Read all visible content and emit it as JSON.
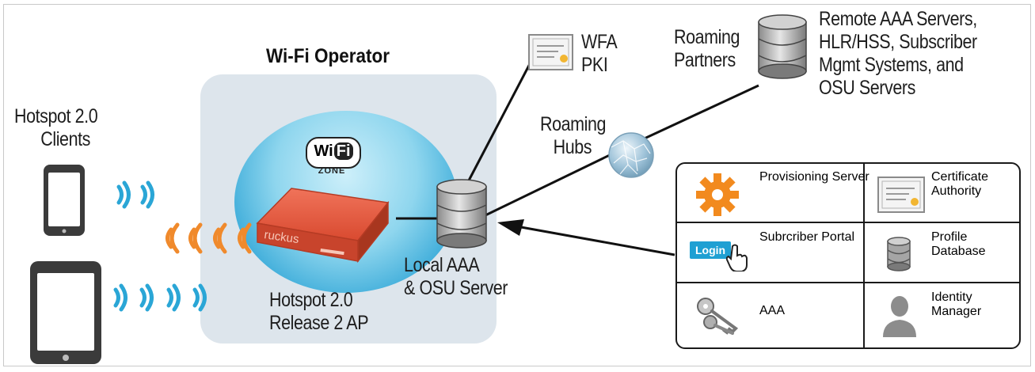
{
  "operator_title": "Wi-Fi Operator",
  "clients_label": "Hotspot 2.0\n      Clients",
  "wifi_logo": {
    "wi": "Wi",
    "fi": "Fi",
    "zone": "ZONE"
  },
  "ap_brand": "ruckus",
  "ap_label": "Hotspot 2.0\nRelease 2 AP",
  "local_server_label": "Local AAA\n& OSU Server",
  "pki_label": "WFA\nPKI",
  "hubs_label": "Roaming\n   Hubs",
  "partners_label": "Roaming\nPartners",
  "remote_servers_label": "Remote AAA Servers,\nHLR/HSS, Subscriber\nMgmt Systems, and\nOSU Servers",
  "legend": {
    "provisioning": "Provisioning\nServer",
    "certificate": "Certificate\nAuthority",
    "portal": "Subrcriber\nPortal",
    "login_button": "Login",
    "profile_db": "Profile\nDatabase",
    "aaa": "AAA",
    "identity": "Identity\nManager"
  },
  "colors": {
    "wifi_waves": "#2aa6d6",
    "ap_waves": "#f08a2c",
    "ap_body": "#e2543a",
    "gear": "#f28a1e",
    "login": "#1fa0d3"
  },
  "icons": [
    "tablet-icon",
    "ipad-icon",
    "wifi-wave-icon",
    "access-point-icon",
    "database-icon",
    "certificate-icon",
    "globe-icon",
    "gear-icon",
    "login-icon",
    "keys-icon",
    "person-icon"
  ]
}
